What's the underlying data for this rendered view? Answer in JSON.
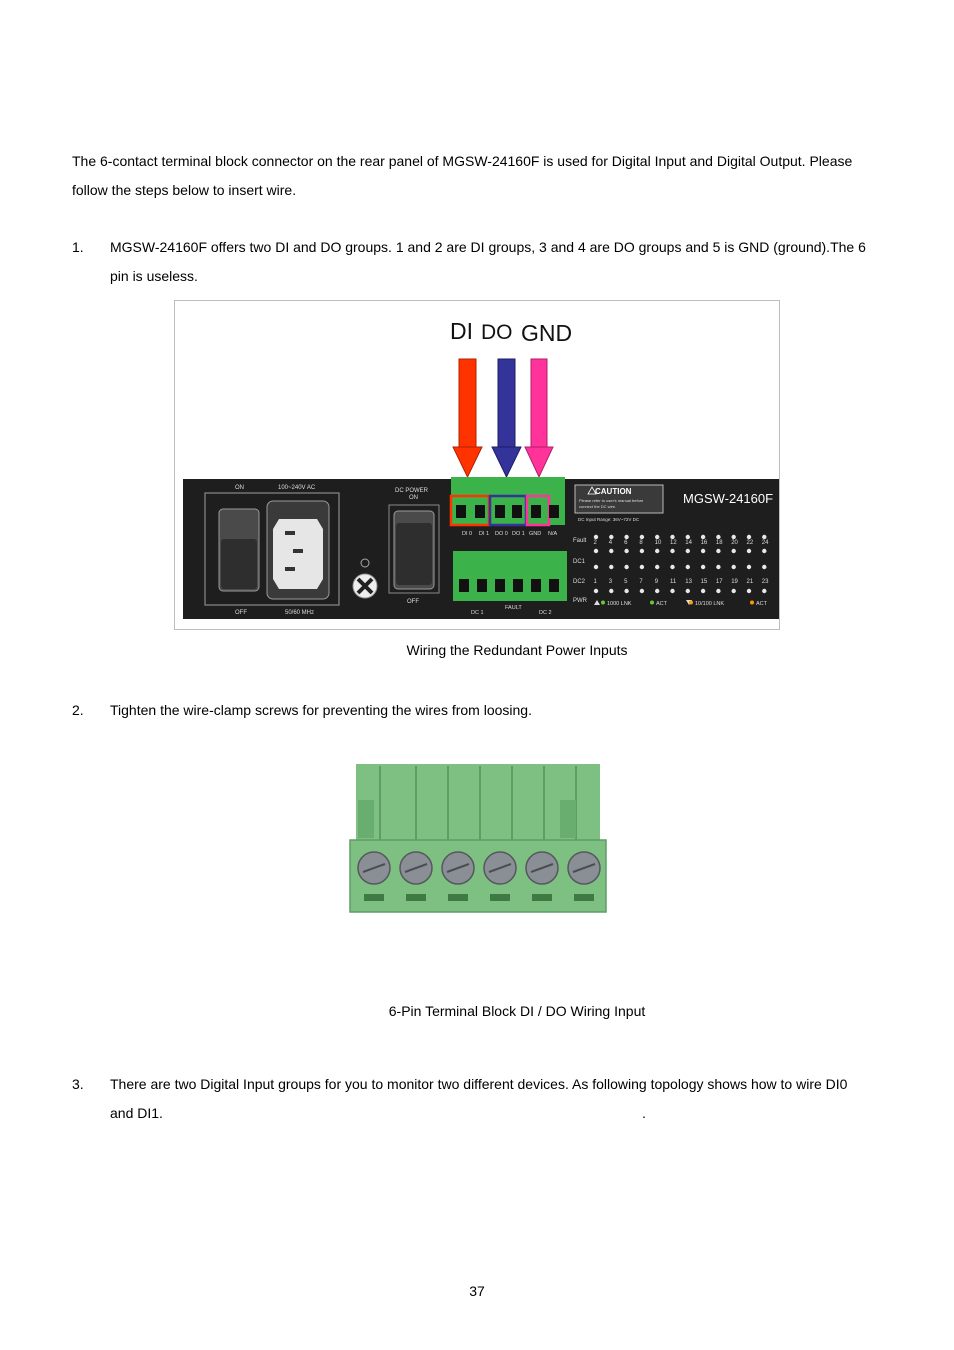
{
  "intro": {
    "line1": "The 6-contact terminal block connector on the rear panel of MGSW-24160F is used for Digital Input and Digital Output. Please",
    "line2": "follow the steps below to insert wire."
  },
  "steps": [
    {
      "num": "1.",
      "line1": "MGSW-24160F offers two DI and DO groups. 1 and 2 are DI groups, 3 and 4 are DO groups and 5 is GND (ground).The 6",
      "line2": "pin is useless."
    },
    {
      "num": "2.",
      "line1": "Tighten the wire-clamp screws for preventing the wires from loosing."
    },
    {
      "num": "3.",
      "line1": "There are two Digital Input groups for you to monitor two different devices. As following topology shows how to wire DI0",
      "line2": "and DI1.",
      "trailing": "."
    }
  ],
  "figure1": {
    "caption": "Wiring the Redundant Power Inputs",
    "label_di": "DI",
    "label_do": "DO",
    "label_gnd": "GND",
    "panel": {
      "on": "ON",
      "off": "OFF",
      "ac_rating": "100~240V AC",
      "frequency": "50/60 MHz",
      "dc_power_line1": "DC POWER",
      "dc_power_line2": "ON",
      "dc_off": "OFF",
      "pin_labels": [
        "DI 0",
        "DI 1",
        "DO 0",
        "DO 1",
        "GND",
        "N/A"
      ],
      "bottom_labels": [
        "DC 1",
        "FAULT",
        "DC 2"
      ],
      "caution_title": "CAUTION",
      "caution_line1": "Please refer to user's manual before",
      "caution_line2": "connect the DC wire.",
      "dc_range": "DC Input Range: 36V~72V DC",
      "model": "MGSW-24160F",
      "fault": "Fault",
      "dc1": "DC1",
      "dc2": "DC2",
      "pwr": "PWR",
      "even_ports": [
        "2",
        "4",
        "6",
        "8",
        "10",
        "12",
        "14",
        "16",
        "18",
        "20",
        "22",
        "24"
      ],
      "odd_ports": [
        "1",
        "3",
        "5",
        "7",
        "9",
        "11",
        "13",
        "15",
        "17",
        "19",
        "21",
        "23"
      ],
      "legend_1000": "1000 LNK",
      "legend_act1": "ACT",
      "legend_100": "10/100 LNK",
      "legend_act2": "ACT"
    },
    "colors": {
      "di": "#ff3300",
      "do": "#333399",
      "gnd": "#ff3399",
      "terminal": "#3cb34a",
      "panel": "#1e1e1e"
    }
  },
  "figure2": {
    "caption": "6-Pin Terminal Block DI / DO Wiring Input",
    "colors": {
      "body": "#7ebf82",
      "screw": "#8a8f96"
    }
  },
  "page_number": "37"
}
